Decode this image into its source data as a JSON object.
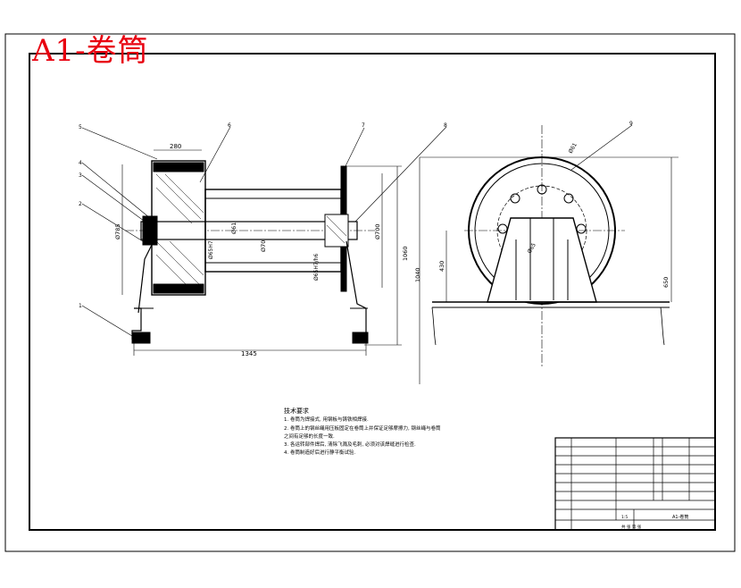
{
  "title": "A1-卷筒",
  "balloons": [
    "5",
    "6",
    "4",
    "3",
    "2",
    "1",
    "7",
    "8",
    "9"
  ],
  "dimensions": {
    "width_280": "280",
    "dia_785": "Ø785",
    "dia_61": "Ø61",
    "dia_70": "Ø70",
    "dia_700": "Ø700",
    "fit_ab": "Ø65H7/h6",
    "ref_d": "Ø65H7",
    "height_1060": "1060",
    "height_1040": "1040",
    "length_1345": "1345",
    "height_430": "430",
    "height_650": "650",
    "dia_side": "Ø61",
    "dia_hub": "Ø65"
  },
  "tech_notes": {
    "title": "技术要求",
    "lines": [
      "1. 卷筒为焊接式, 用钢板与铸铁相焊接.",
      "2. 卷筒上的钢丝绳用压板固定在卷筒上并保证足够摩擦力, 钢丝绳与卷筒",
      "   之间有足够的长度一致.",
      "3. 各运转部件焊后, 清除飞溅及毛刺, 必须对该焊缝进行检查.",
      "4. 卷筒制造好后进行静平衡试验."
    ]
  },
  "title_block": {
    "drawing_name": "A1-卷筒",
    "scale_label": "1:5",
    "sheet_label": "共 张 第 张"
  }
}
